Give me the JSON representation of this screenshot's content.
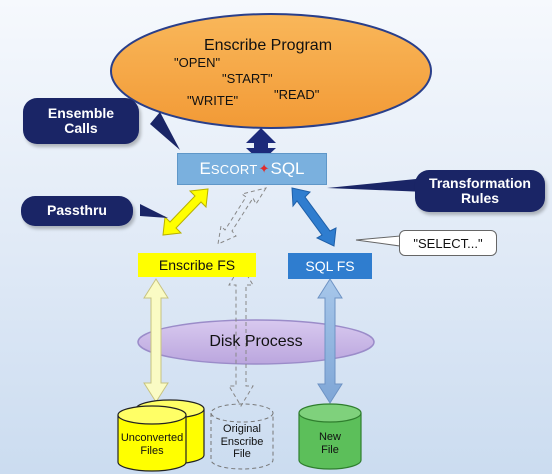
{
  "program": {
    "title": "Enscribe Program",
    "calls": [
      "\"OPEN\"",
      "\"START\"",
      "\"WRITE\"",
      "\"READ\""
    ]
  },
  "escort": {
    "part1_big": "E",
    "part1_small": "SCORT",
    "separator": "✦",
    "part2": "SQL"
  },
  "callouts": {
    "ensemble": "Ensemble\nCalls",
    "passthru": "Passthru",
    "transformation": "Transformation\nRules"
  },
  "filesystems": {
    "enscribe": "Enscribe FS",
    "sql": "SQL FS"
  },
  "select_statement": "\"SELECT...\"",
  "disk_process": "Disk Process",
  "files": {
    "unconverted": "Unconverted\nFiles",
    "original": "Original\nEnscribe\nFile",
    "new": "New\nFile"
  },
  "colors": {
    "program_fill": "#f7a948",
    "escort_fill": "#7ab0de",
    "callout_fill": "#1a2566",
    "enscribe_fs_fill": "#ffff00",
    "sql_fs_fill": "#2f7dcf",
    "disk_process_fill": "#cab6e6",
    "unconverted_fill": "#ffff00",
    "new_file_fill": "#5cbf5a",
    "escort_star": "#e02c2c"
  }
}
